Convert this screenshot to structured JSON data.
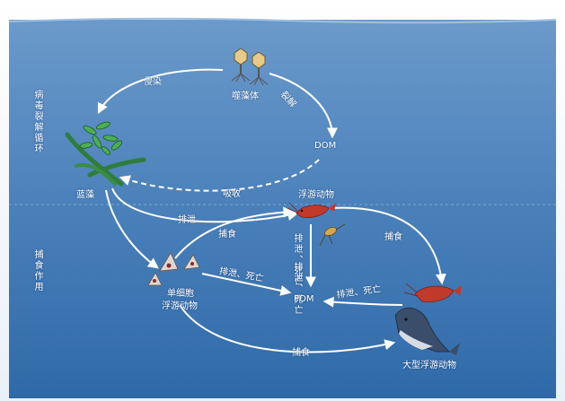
{
  "labels": {
    "infect": "侵染",
    "phage": "噬藻体",
    "lysis": "裂解",
    "dom": "DOM",
    "cyano": "蓝藻",
    "absorb": "吸收",
    "excrete1": "排泄",
    "zooplankton": "浮游动物",
    "graze1": "捕食",
    "graze2": "捕食",
    "excrete_death_v": "排泄、死亡",
    "excrete_death_v2": "排泄、死亡",
    "single_cell_1": "单细胞",
    "single_cell_2": "浮游动物",
    "excrete_death_h": "排泄、死亡",
    "pom": "POM",
    "excrete_death_h2": "排泄、死亡",
    "graze3": "捕食",
    "large_zoo": "大型浮游动物"
  },
  "side_labels": {
    "viral_loop": "病毒裂解循环",
    "predation_loop": "捕食作用"
  },
  "colors": {
    "sky": "#ffffff",
    "water_top": "#5d8fc4",
    "water_bottom": "#2f6aa8",
    "arrow": "#ffffff",
    "cyano": "#2a7a3a",
    "shrimp": "#c0392b",
    "whale": "#3a4d6b"
  }
}
